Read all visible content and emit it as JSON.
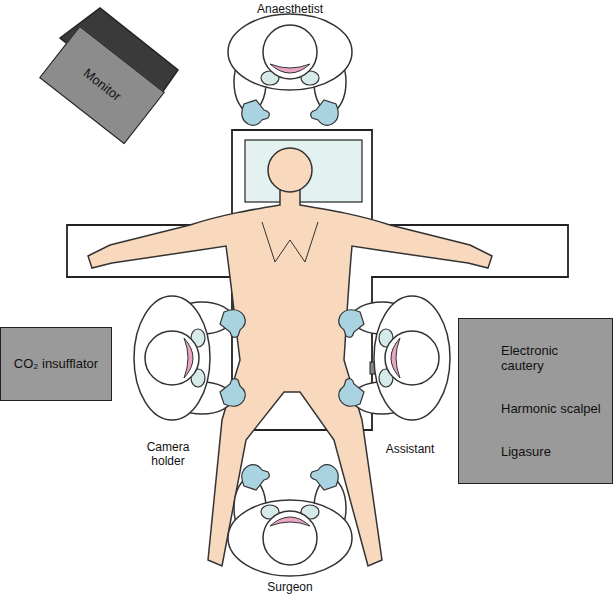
{
  "diagram": {
    "nodes": [
      {
        "text": [
          "Monitor"
        ]
      },
      {
        "text": [
          "CO₂ insufflator"
        ]
      },
      {
        "text": [
          "Electronic cautery",
          "Harmonic scalpel",
          "Ligasure"
        ]
      }
    ],
    "edges": [],
    "labels": [
      "Anaesthetist",
      "Camera holder",
      "Assistant",
      "Surgeon"
    ]
  }
}
